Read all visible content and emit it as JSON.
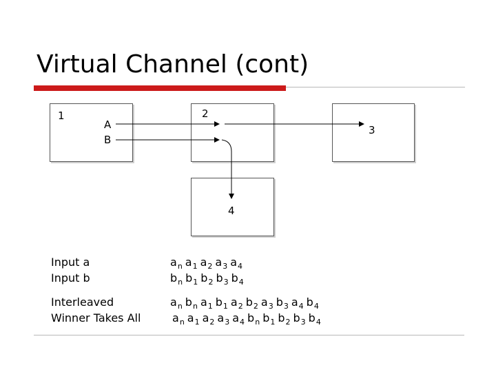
{
  "slide": {
    "title": "Virtual Channel (cont)"
  },
  "diagram": {
    "node1_label": "1",
    "node2_label": "2",
    "node3_label": "3",
    "node4_label": "4",
    "input_a_label": "A",
    "input_b_label": "B"
  },
  "table": {
    "input_a": "Input a",
    "input_b": "Input b",
    "interleaved": "Interleaved",
    "winner_takes_all": "Winner Takes All",
    "seq_input_a": [
      "a",
      "n",
      "a",
      "1",
      "a",
      "2",
      "a",
      "3",
      "a",
      "4"
    ],
    "seq_input_b": [
      "b",
      "n",
      "b",
      "1",
      "b",
      "2",
      "b",
      "3",
      "b",
      "4"
    ],
    "seq_interleaved": [
      "a",
      "n",
      "b",
      "n",
      "a",
      "1",
      "b",
      "1",
      "a",
      "2",
      "b",
      "2",
      "a",
      "3",
      "b",
      "3",
      "a",
      "4",
      "b",
      "4"
    ],
    "seq_wta": [
      "a",
      "n",
      "a",
      "1",
      "a",
      "2",
      "a",
      "3",
      "a",
      "4",
      "b",
      "n",
      "b",
      "1",
      "b",
      "2",
      "b",
      "3",
      "b",
      "4"
    ]
  }
}
